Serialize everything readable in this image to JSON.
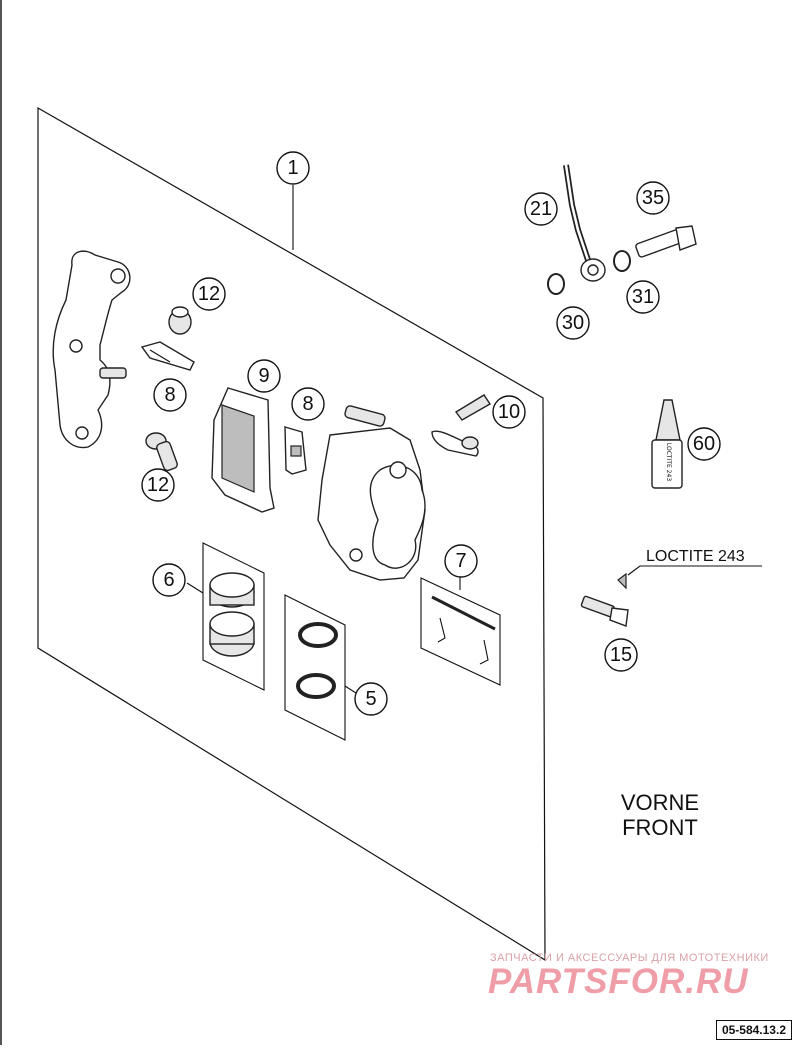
{
  "diagram": {
    "callouts": [
      "1",
      "12",
      "9",
      "8",
      "8",
      "12",
      "10",
      "21",
      "35",
      "31",
      "30",
      "60",
      "6",
      "7",
      "5",
      "15"
    ],
    "loctite_label": "LOCTITE 243",
    "bottle_text": "LOCTITE 243",
    "region_label_line1": "VORNE",
    "region_label_line2": "FRONT",
    "part_code": "05-584.13.2"
  },
  "watermark": {
    "tagline": "ЗАПЧАСТИ И АКСЕССУАРЫ ДЛЯ МОТОТЕХНИКИ",
    "logo": "PARTSFOR.RU"
  }
}
